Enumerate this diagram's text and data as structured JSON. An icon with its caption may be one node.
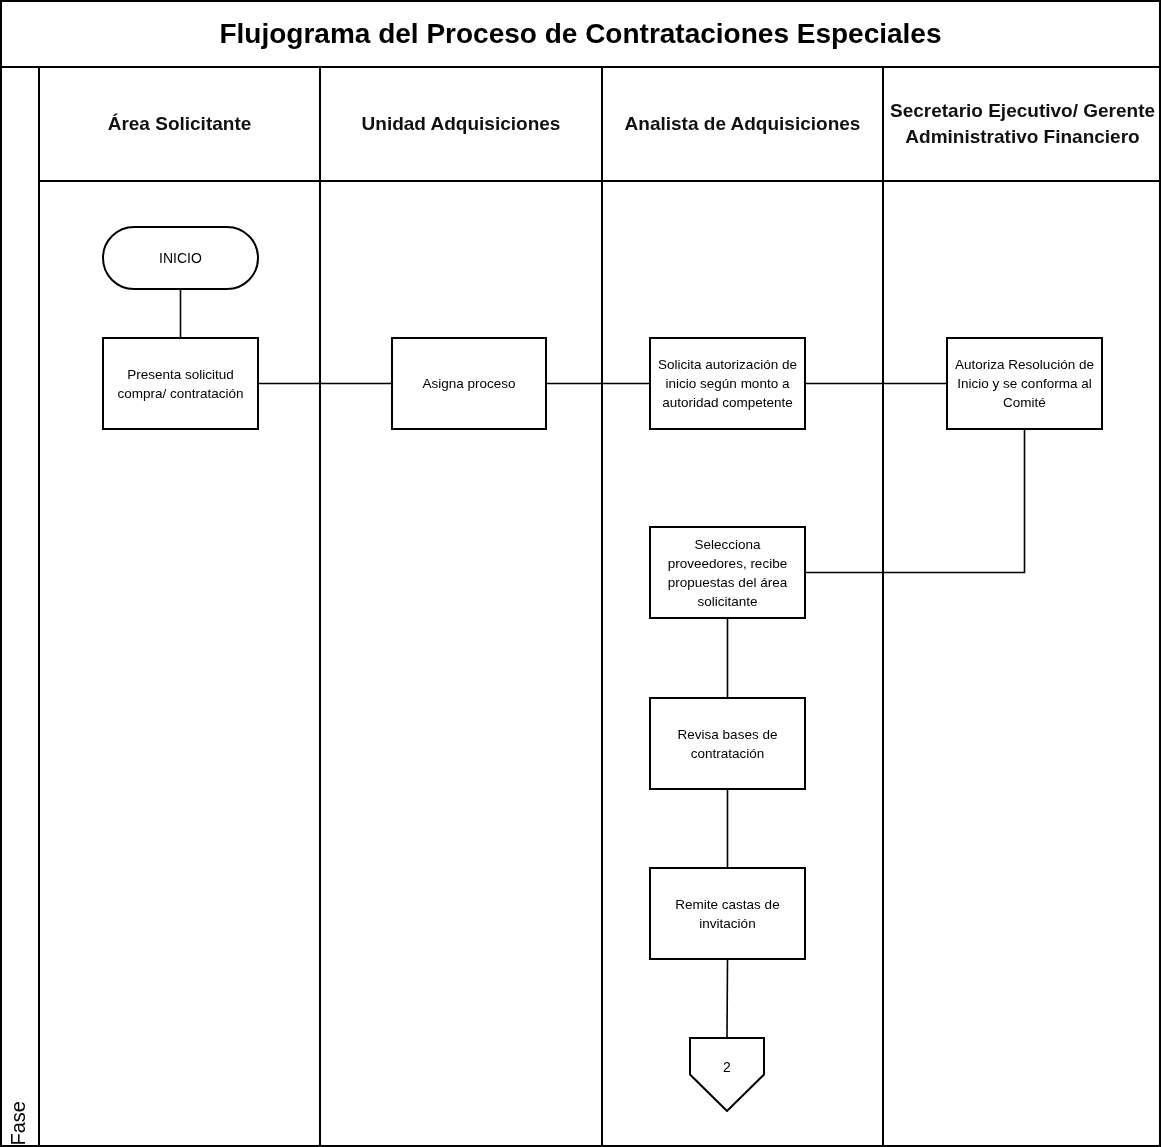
{
  "diagram": {
    "title": "Flujograma del Proceso de Contrataciones Especiales",
    "nodes": [
      {
        "text": [
          "Fase"
        ]
      },
      {
        "text": [
          "Área Solicitante"
        ]
      },
      {
        "text": [
          "Unidad Adquisiciones"
        ]
      },
      {
        "text": [
          "Analista de Adquisiciones"
        ]
      },
      {
        "text": [
          "Secretario Ejecutivo/ Gerente Administrativo Financiero"
        ]
      },
      {
        "text": [
          "INICIO"
        ],
        "in": 1
      },
      {
        "text": [
          "Presenta solicitud compra/ contratación"
        ],
        "in": 1
      },
      {
        "text": [
          "Asigna proceso"
        ],
        "in": 2
      },
      {
        "text": [
          "Solicita autorización de inicio según monto a autoridad competente"
        ],
        "in": 3
      },
      {
        "text": [
          "Autoriza Resolución de Inicio y se conforma al Comité"
        ],
        "in": 4
      },
      {
        "text": [
          "Selecciona proveedores, recibe propuestas del área solicitante"
        ],
        "in": 3
      },
      {
        "text": [
          "Revisa bases de contratación"
        ],
        "in": 3
      },
      {
        "text": [
          "Remite castas de invitación"
        ],
        "in": 3
      },
      {
        "text": [
          "2"
        ],
        "in": 3
      }
    ],
    "edges": [
      {
        "from": 5,
        "to": 6,
        "arrow": "none"
      },
      {
        "from": 6,
        "to": 7,
        "arrow": "none"
      },
      {
        "from": 7,
        "to": 8,
        "arrow": "none"
      },
      {
        "from": 8,
        "to": 9,
        "arrow": "none"
      },
      {
        "from": 9,
        "to": 10,
        "arrow": "none"
      },
      {
        "from": 10,
        "to": 11,
        "arrow": "none"
      },
      {
        "from": 11,
        "to": 12,
        "arrow": "none"
      },
      {
        "from": 12,
        "to": 13,
        "arrow": "none"
      }
    ]
  }
}
